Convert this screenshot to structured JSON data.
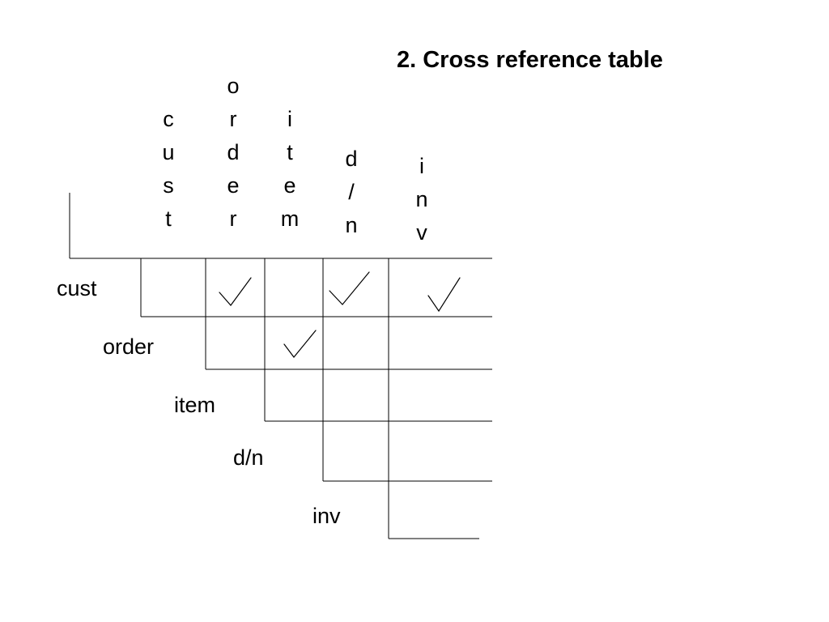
{
  "title": "2. Cross reference table",
  "matrix": {
    "columns": [
      "cust",
      "order",
      "item",
      "d/n",
      "inv"
    ],
    "rows": [
      "cust",
      "order",
      "item",
      "d/n",
      "inv"
    ],
    "checked": [
      {
        "row": "cust",
        "col": "order"
      },
      {
        "row": "cust",
        "col": "d/n"
      },
      {
        "row": "cust",
        "col": "inv"
      },
      {
        "row": "order",
        "col": "item"
      }
    ]
  }
}
